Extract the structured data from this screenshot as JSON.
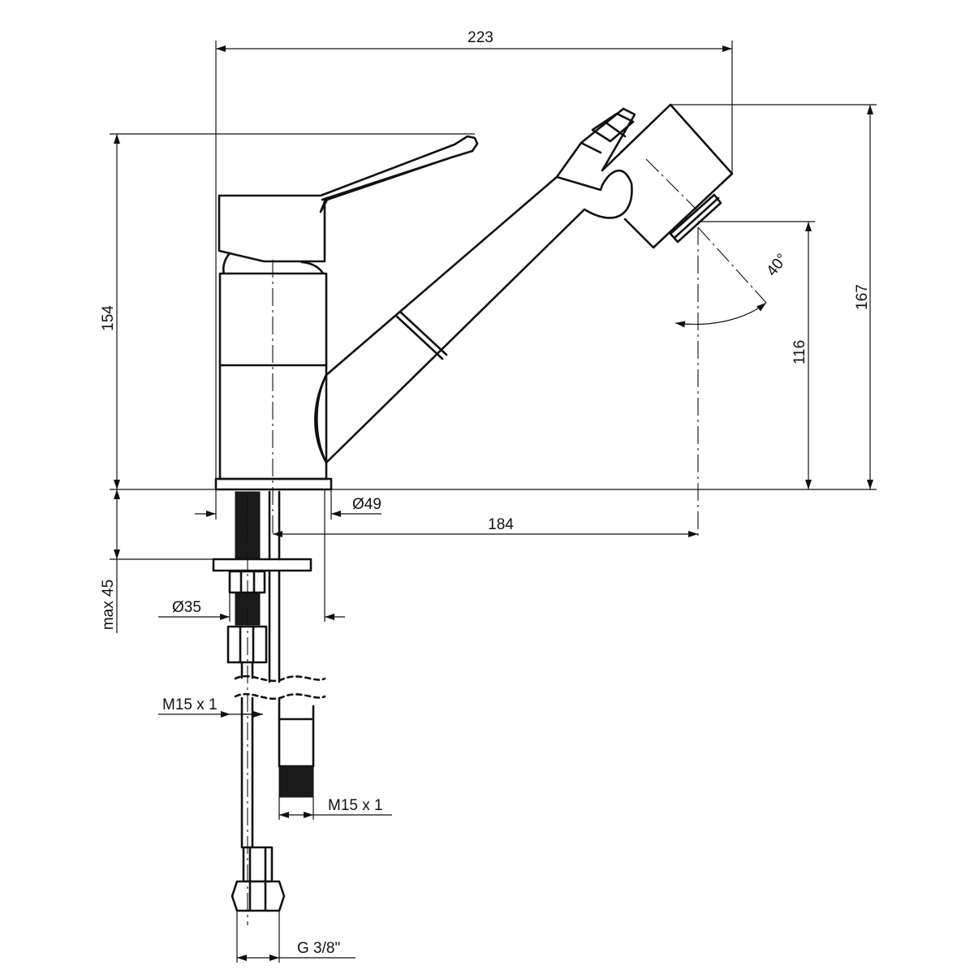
{
  "dimensions": {
    "overall_width": "223",
    "overall_height_right": "167",
    "body_height": "154",
    "spout_height": "116",
    "spray_angle": "40°",
    "base_diameter": "Ø49",
    "reach": "184",
    "max_counter_thickness": "max 45",
    "mount_diameter": "Ø35",
    "hose_thread_left": "M15 x 1",
    "hose_thread_right": "M15 x 1",
    "connection_thread": "G 3/8\""
  }
}
